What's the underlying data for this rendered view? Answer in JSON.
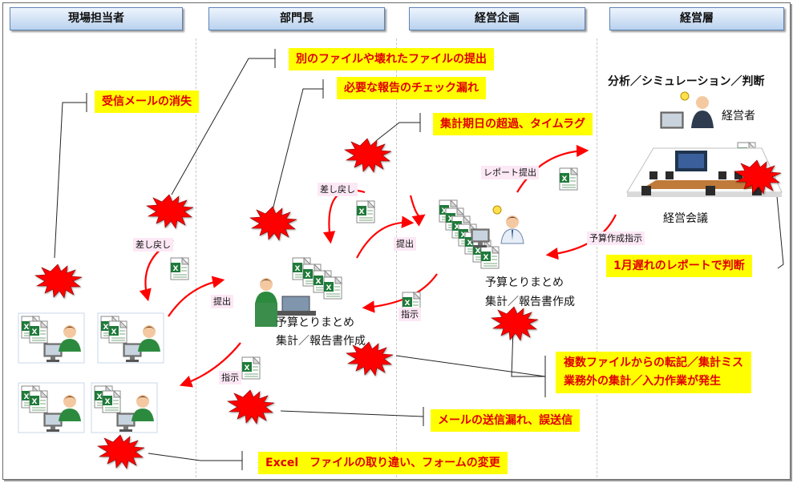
{
  "lanes": [
    "現場担当者",
    "部門長",
    "経営企画",
    "経営層"
  ],
  "issues": {
    "mail_lost": "受信メールの消失",
    "wrong_file": "別のファイルや壊れたファイルの提出",
    "check_miss": "必要な報告のチェック漏れ",
    "deadline": "集計期日の超過、タイムラグ",
    "late_report": "1月遅れのレポートで判断",
    "transcribe_line1": "複数ファイルからの転記／集計ミス",
    "transcribe_line2": "業務外の集計／入力作業が発生",
    "mail_send": "メールの送信漏れ、誤送信",
    "excel_mixup": "Excel　ファイルの取り違い、フォームの変更"
  },
  "labels": {
    "analysis": "分析／シミュレーション／判断",
    "executive": "経営者",
    "meeting": "経営会議",
    "dept_task_line1": "予算とりまとめ",
    "dept_task_line2": "集計／報告書作成",
    "plan_task_line1": "予算とりまとめ",
    "plan_task_line2": "集計／報告書作成"
  },
  "tags": {
    "field_return": "差し戻し",
    "field_submit": "提出",
    "field_instruct": "指示",
    "dept_return": "差し戻し",
    "dept_submit": "提出",
    "dept_instruct": "指示",
    "plan_report": "レポート提出",
    "plan_instruct": "予算作成指示"
  },
  "colors": {
    "callout_bg": "#ffff00",
    "callout_text": "#e00000",
    "burst": "#ff0000",
    "arrow": "#ff0000",
    "excel_green": "#1f7a3a",
    "header_border": "#5f83b7"
  }
}
